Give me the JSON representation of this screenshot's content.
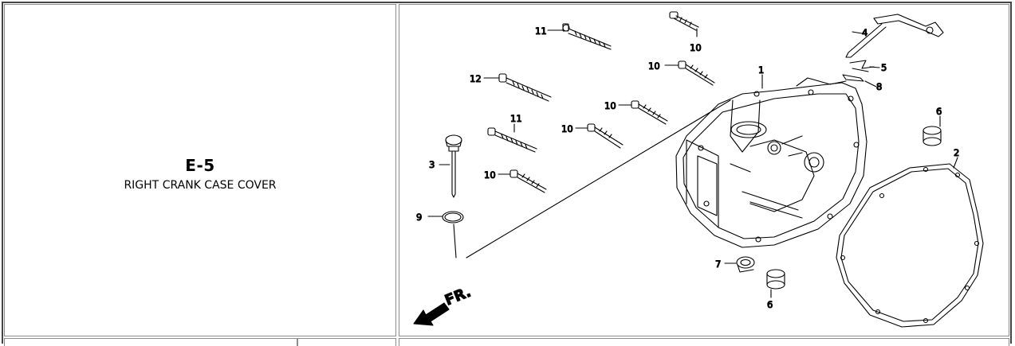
{
  "section": {
    "code": "E-5",
    "name": "RIGHT CRANK CASE COVER"
  },
  "diagram": {
    "direction_label": "FR.",
    "callouts": [
      "1",
      "2",
      "3",
      "4",
      "5",
      "6",
      "6",
      "7",
      "8",
      "9",
      "10",
      "10",
      "10",
      "10",
      "10",
      "11",
      "11",
      "12"
    ]
  },
  "footer": {
    "cells": [
      "",
      "",
      ""
    ]
  },
  "colors": {
    "line": "#000000",
    "border": "#8c8c8c"
  }
}
